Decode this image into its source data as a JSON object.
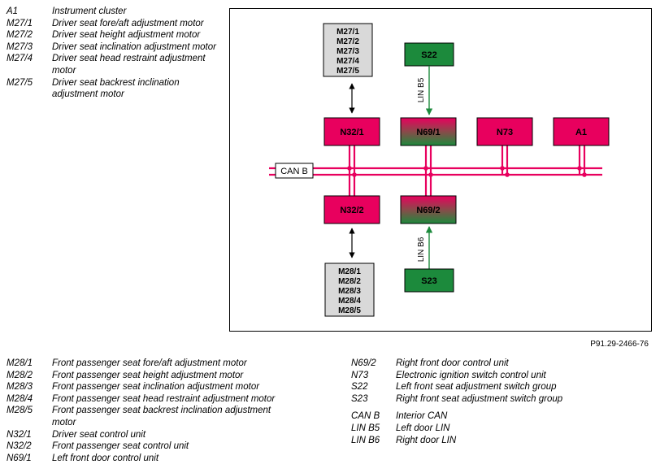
{
  "legend_top": [
    {
      "code": "A1",
      "desc": "Instrument cluster"
    },
    {
      "code": "M27/1",
      "desc": "Driver seat fore/aft adjustment motor"
    },
    {
      "code": "M27/2",
      "desc": "Driver seat height adjustment motor"
    },
    {
      "code": "M27/3",
      "desc": "Driver seat inclination adjustment motor"
    },
    {
      "code": "M27/4",
      "desc": "Driver seat head restraint adjustment motor"
    },
    {
      "code": "M27/5",
      "desc": "Driver seat backrest inclination adjustment motor"
    }
  ],
  "legend_bottom_left": [
    {
      "code": "M28/1",
      "desc": "Front passenger seat fore/aft adjustment motor"
    },
    {
      "code": "M28/2",
      "desc": "Front passenger seat height adjustment motor"
    },
    {
      "code": "M28/3",
      "desc": "Front passenger seat inclination adjustment motor"
    },
    {
      "code": "M28/4",
      "desc": "Front passenger seat head restraint adjustment motor"
    },
    {
      "code": "M28/5",
      "desc": "Front passenger seat backrest inclination adjustment motor"
    },
    {
      "code": "N32/1",
      "desc": "Driver seat control unit"
    },
    {
      "code": "N32/2",
      "desc": "Front passenger seat control unit"
    },
    {
      "code": "N69/1",
      "desc": "Left front door control unit"
    }
  ],
  "legend_bottom_right": [
    {
      "code": "N69/2",
      "desc": "Right front door control unit"
    },
    {
      "code": "N73",
      "desc": "Electronic ignition switch control unit"
    },
    {
      "code": "S22",
      "desc": "Left front seat adjustment switch group"
    },
    {
      "code": "S23",
      "desc": "Right front seat adjustment switch group"
    },
    {
      "code": "CAN B",
      "desc": "Interior CAN",
      "gap_before": true
    },
    {
      "code": "LIN B5",
      "desc": "Left door LIN"
    },
    {
      "code": "LIN B6",
      "desc": "Right door LIN"
    }
  ],
  "reference_code": "P91.29-2466-76",
  "diagram": {
    "colors": {
      "ecu": "#e8005e",
      "switch": "#1c8a3c",
      "motor_group": "#d9d9d9",
      "bus": "#e8005e"
    },
    "m27_lines": [
      "M27/1",
      "M27/2",
      "M27/3",
      "M27/4",
      "M27/5"
    ],
    "m28_lines": [
      "M28/1",
      "M28/2",
      "M28/3",
      "M28/4",
      "M28/5"
    ],
    "s22": "S22",
    "s23": "S23",
    "n32_1": "N32/1",
    "n32_2": "N32/2",
    "n69_1": "N69/1",
    "n69_2": "N69/2",
    "n73": "N73",
    "a1": "A1",
    "can_b": "CAN B",
    "lin_b5": "LIN B5",
    "lin_b6": "LIN B6"
  }
}
